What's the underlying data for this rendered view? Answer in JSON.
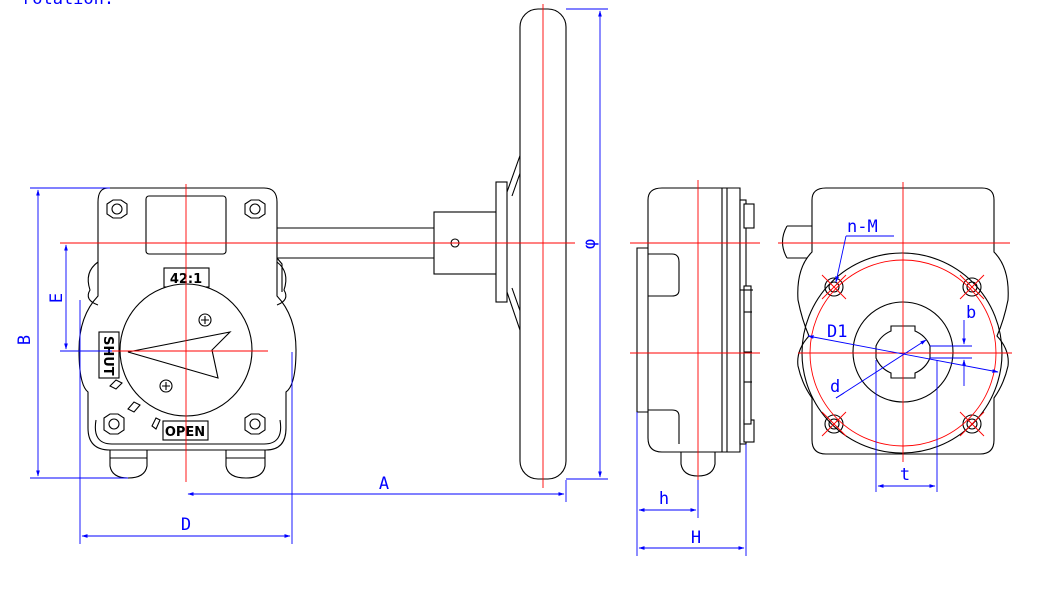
{
  "header_fragment": "rotation.",
  "plate": {
    "ratio": "42:1",
    "shut": "SHUT",
    "open": "OPEN"
  },
  "dims": {
    "A": "A",
    "B": "B",
    "D": "D",
    "E": "E",
    "phi": "φ",
    "h": "h",
    "H": "H",
    "nM": "n-M",
    "D1": "D1",
    "d": "d",
    "b": "b",
    "t": "t"
  },
  "colors": {
    "outline": "#000000",
    "centerline": "#ff0000",
    "dimension": "#0000ff"
  }
}
